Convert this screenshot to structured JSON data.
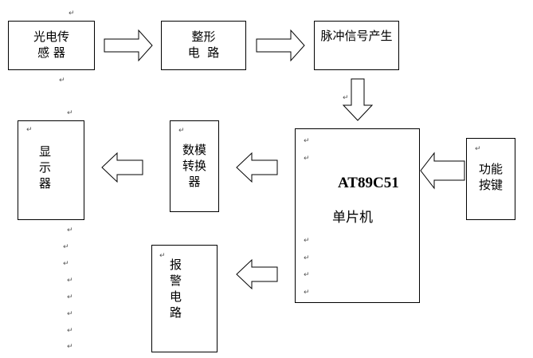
{
  "blocks": {
    "sensor": "光电传\n感 器",
    "shaping": "整形\n电  路",
    "pulse": "脉冲信号产生",
    "display": "显\n示\n器",
    "dac": "数模\n转换\n器",
    "mcu_model": "AT89C51",
    "mcu_name": "单片机",
    "keys": "功能\n按键",
    "alarm": "报\n警\n电\n路"
  },
  "paragraph_mark": "↵",
  "colors": {
    "line": "#000000",
    "background": "#ffffff",
    "mark": "#555555"
  }
}
